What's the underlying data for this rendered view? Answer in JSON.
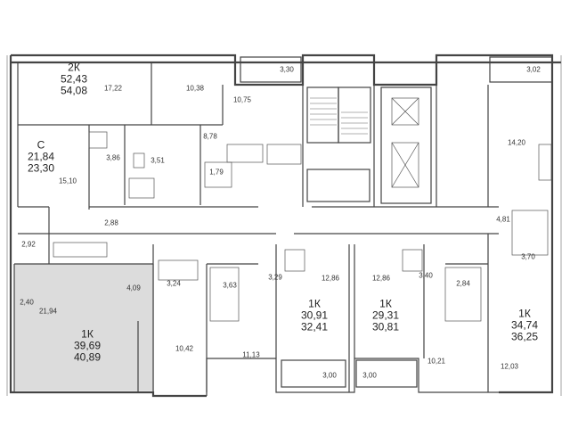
{
  "areas": {
    "a_17_22": "17,22",
    "a_10_38": "10,38",
    "a_3_30": "3,30",
    "a_10_75": "10,75",
    "a_3_02": "3,02",
    "a_14_20": "14,20",
    "a_8_78": "8,78",
    "a_3_86": "3,86",
    "a_3_51": "3,51",
    "a_15_10": "15,10",
    "a_1_79": "1,79",
    "a_2_88": "2,88",
    "a_2_92": "2,92",
    "a_4_81": "4,81",
    "a_3_70": "3,70",
    "a_3_24": "3,24",
    "a_4_09": "4,09",
    "a_3_63": "3,63",
    "a_3_29": "3,29",
    "a_12_86_l": "12,86",
    "a_12_86_r": "12,86",
    "a_3_40": "3,40",
    "a_2_84": "2,84",
    "a_2_40": "2,40",
    "a_21_94": "21,94",
    "a_10_42": "10,42",
    "a_11_13": "11,13",
    "a_10_21": "10,21",
    "a_12_03": "12,03",
    "a_3_00_l": "3,00",
    "a_3_00_r": "3,00"
  },
  "apartments": [
    {
      "type": "2К",
      "living": "52,43",
      "total": "54,08"
    },
    {
      "type": "С",
      "living": "21,84",
      "total": "23,30"
    },
    {
      "type": "1К",
      "living": "39,69",
      "total": "40,89"
    },
    {
      "type": "1К",
      "living": "30,91",
      "total": "32,41"
    },
    {
      "type": "1К",
      "living": "29,31",
      "total": "30,81"
    },
    {
      "type": "1К",
      "living": "34,74",
      "total": "36,25"
    }
  ],
  "colors": {
    "highlight": "#dcdcdc",
    "wall": "#444444"
  }
}
